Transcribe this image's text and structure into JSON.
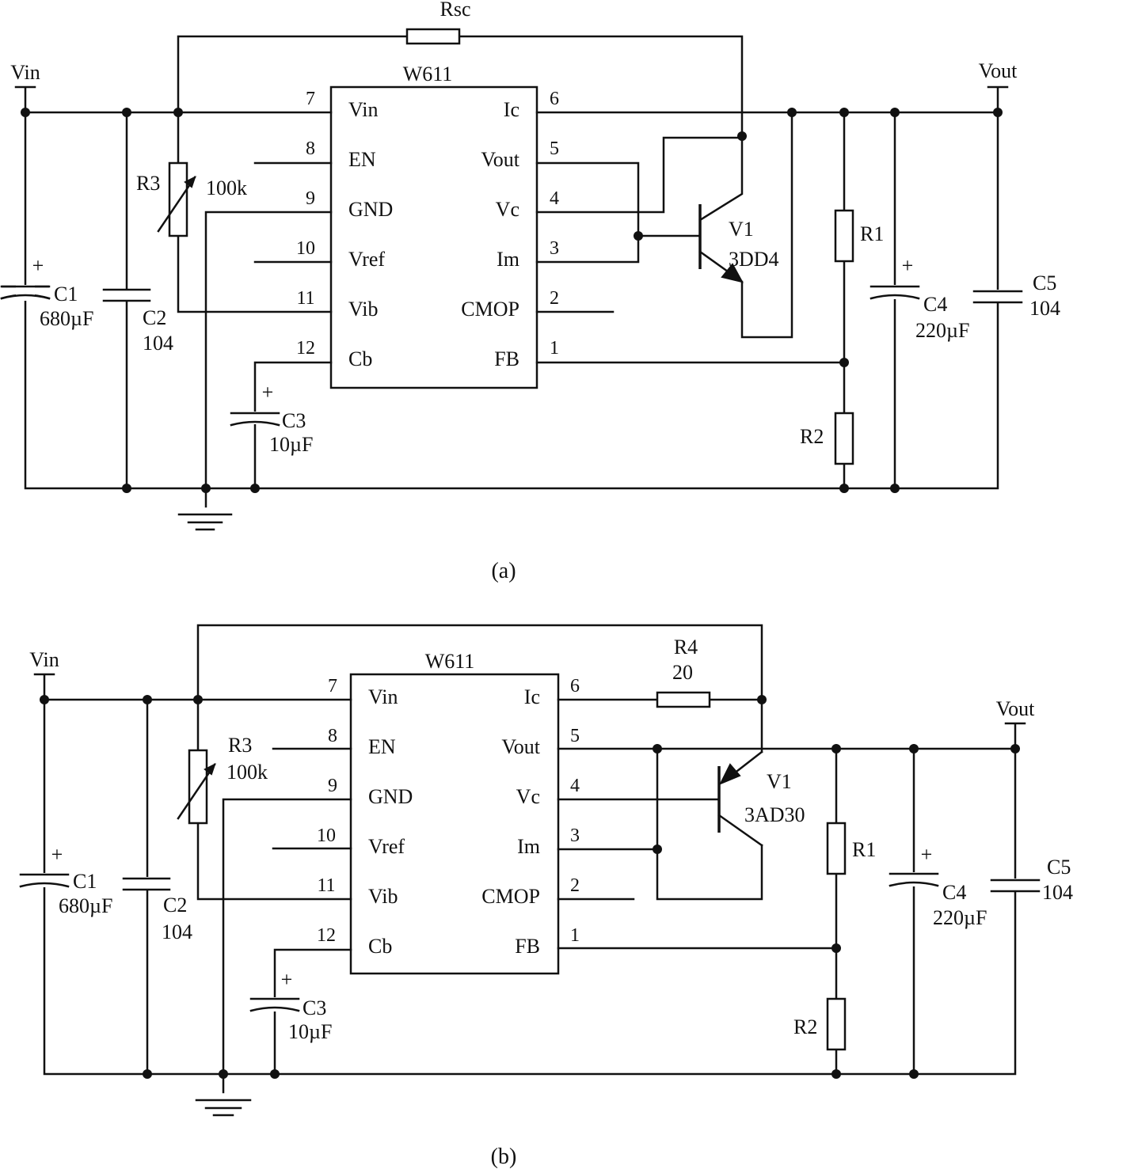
{
  "a": {
    "caption": "(a)",
    "ic": {
      "name": "W611",
      "left_pins": [
        {
          "num": "7",
          "name": "Vin"
        },
        {
          "num": "8",
          "name": "EN"
        },
        {
          "num": "9",
          "name": "GND"
        },
        {
          "num": "10",
          "name": "Vref"
        },
        {
          "num": "11",
          "name": "Vib"
        },
        {
          "num": "12",
          "name": "Cb"
        }
      ],
      "right_pins": [
        {
          "num": "6",
          "name": "Ic"
        },
        {
          "num": "5",
          "name": "Vout"
        },
        {
          "num": "4",
          "name": "Vc"
        },
        {
          "num": "3",
          "name": "Im"
        },
        {
          "num": "2",
          "name": "CMOP"
        },
        {
          "num": "1",
          "name": "FB"
        }
      ]
    },
    "vin": "Vin",
    "vout": "Vout",
    "rsc": "Rsc",
    "r1": "R1",
    "r2": "R2",
    "r3": {
      "name": "R3",
      "value": "100k"
    },
    "c1": {
      "name": "C1",
      "value": "680µF",
      "plus": "+"
    },
    "c2": {
      "name": "C2",
      "value": "104"
    },
    "c3": {
      "name": "C3",
      "value": "10µF",
      "plus": "+"
    },
    "c4": {
      "name": "C4",
      "value": "220µF",
      "plus": "+"
    },
    "c5": {
      "name": "C5",
      "value": "104"
    },
    "v1": {
      "name": "V1",
      "type": "3DD4"
    }
  },
  "b": {
    "caption": "(b)",
    "ic": {
      "name": "W611",
      "left_pins": [
        {
          "num": "7",
          "name": "Vin"
        },
        {
          "num": "8",
          "name": "EN"
        },
        {
          "num": "9",
          "name": "GND"
        },
        {
          "num": "10",
          "name": "Vref"
        },
        {
          "num": "11",
          "name": "Vib"
        },
        {
          "num": "12",
          "name": "Cb"
        }
      ],
      "right_pins": [
        {
          "num": "6",
          "name": "Ic"
        },
        {
          "num": "5",
          "name": "Vout"
        },
        {
          "num": "4",
          "name": "Vc"
        },
        {
          "num": "3",
          "name": "Im"
        },
        {
          "num": "2",
          "name": "CMOP"
        },
        {
          "num": "1",
          "name": "FB"
        }
      ]
    },
    "vin": "Vin",
    "vout": "Vout",
    "r4": {
      "name": "R4",
      "value": "20"
    },
    "r1": "R1",
    "r2": "R2",
    "r3": {
      "name": "R3",
      "value": "100k"
    },
    "c1": {
      "name": "C1",
      "value": "680µF",
      "plus": "+"
    },
    "c2": {
      "name": "C2",
      "value": "104"
    },
    "c3": {
      "name": "C3",
      "value": "10µF",
      "plus": "+"
    },
    "c4": {
      "name": "C4",
      "value": "220µF",
      "plus": "+"
    },
    "c5": {
      "name": "C5",
      "value": "104"
    },
    "v1": {
      "name": "V1",
      "type": "3AD30"
    }
  }
}
